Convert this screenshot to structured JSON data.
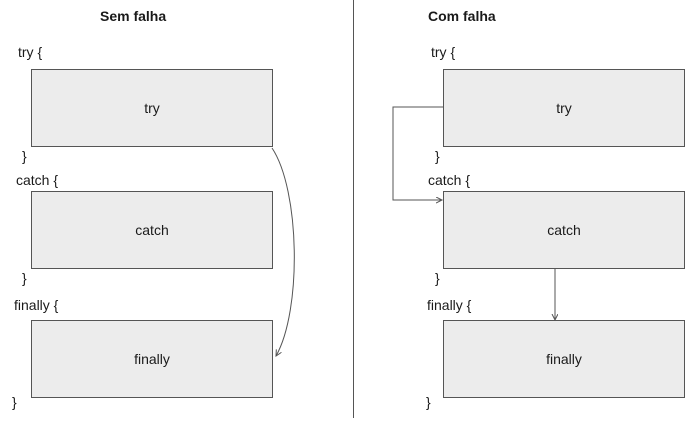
{
  "left_panel": {
    "title": "Sem  falha",
    "try_open": "try {",
    "try_close": "}",
    "try_block": "try",
    "catch_open": "catch  {",
    "catch_close": "}",
    "catch_block": "catch",
    "finally_open": "finally {",
    "finally_close": "}",
    "finally_block": "finally"
  },
  "right_panel": {
    "title": "Com falha",
    "try_open": "try {",
    "try_close": "}",
    "try_block": "try",
    "catch_open": "catch  {",
    "catch_close": "}",
    "catch_block": "catch",
    "finally_open": "finally {",
    "finally_close": "}",
    "finally_block": "finally"
  },
  "colors": {
    "block_fill": "#ececec",
    "block_border": "#555555",
    "arrow": "#555555"
  }
}
